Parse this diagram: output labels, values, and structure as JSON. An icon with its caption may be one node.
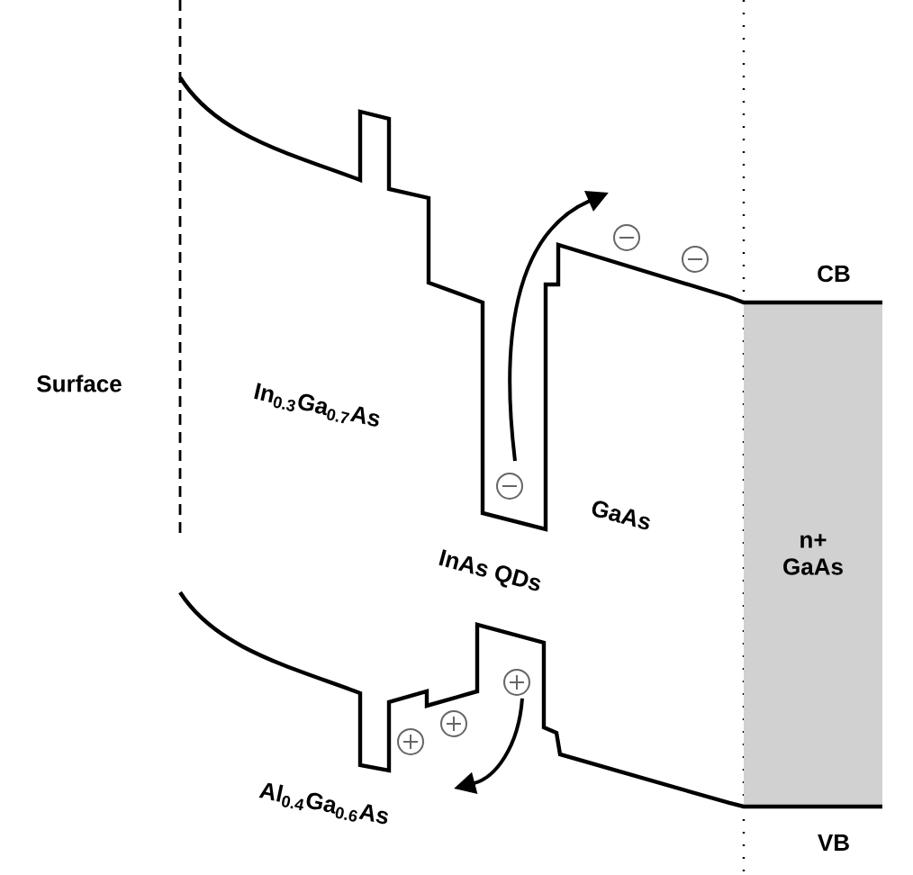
{
  "diagram": {
    "nodes": [
      {
        "text": [
          "n+ GaAs"
        ]
      }
    ],
    "labels": [
      "Surface",
      "In$_{0.3}$Ga$_{0.7}$As",
      "GaAs",
      "InAs QDs",
      "Al$_{0.4}$Ga$_{0.6}$As",
      "CB",
      "VB"
    ]
  }
}
